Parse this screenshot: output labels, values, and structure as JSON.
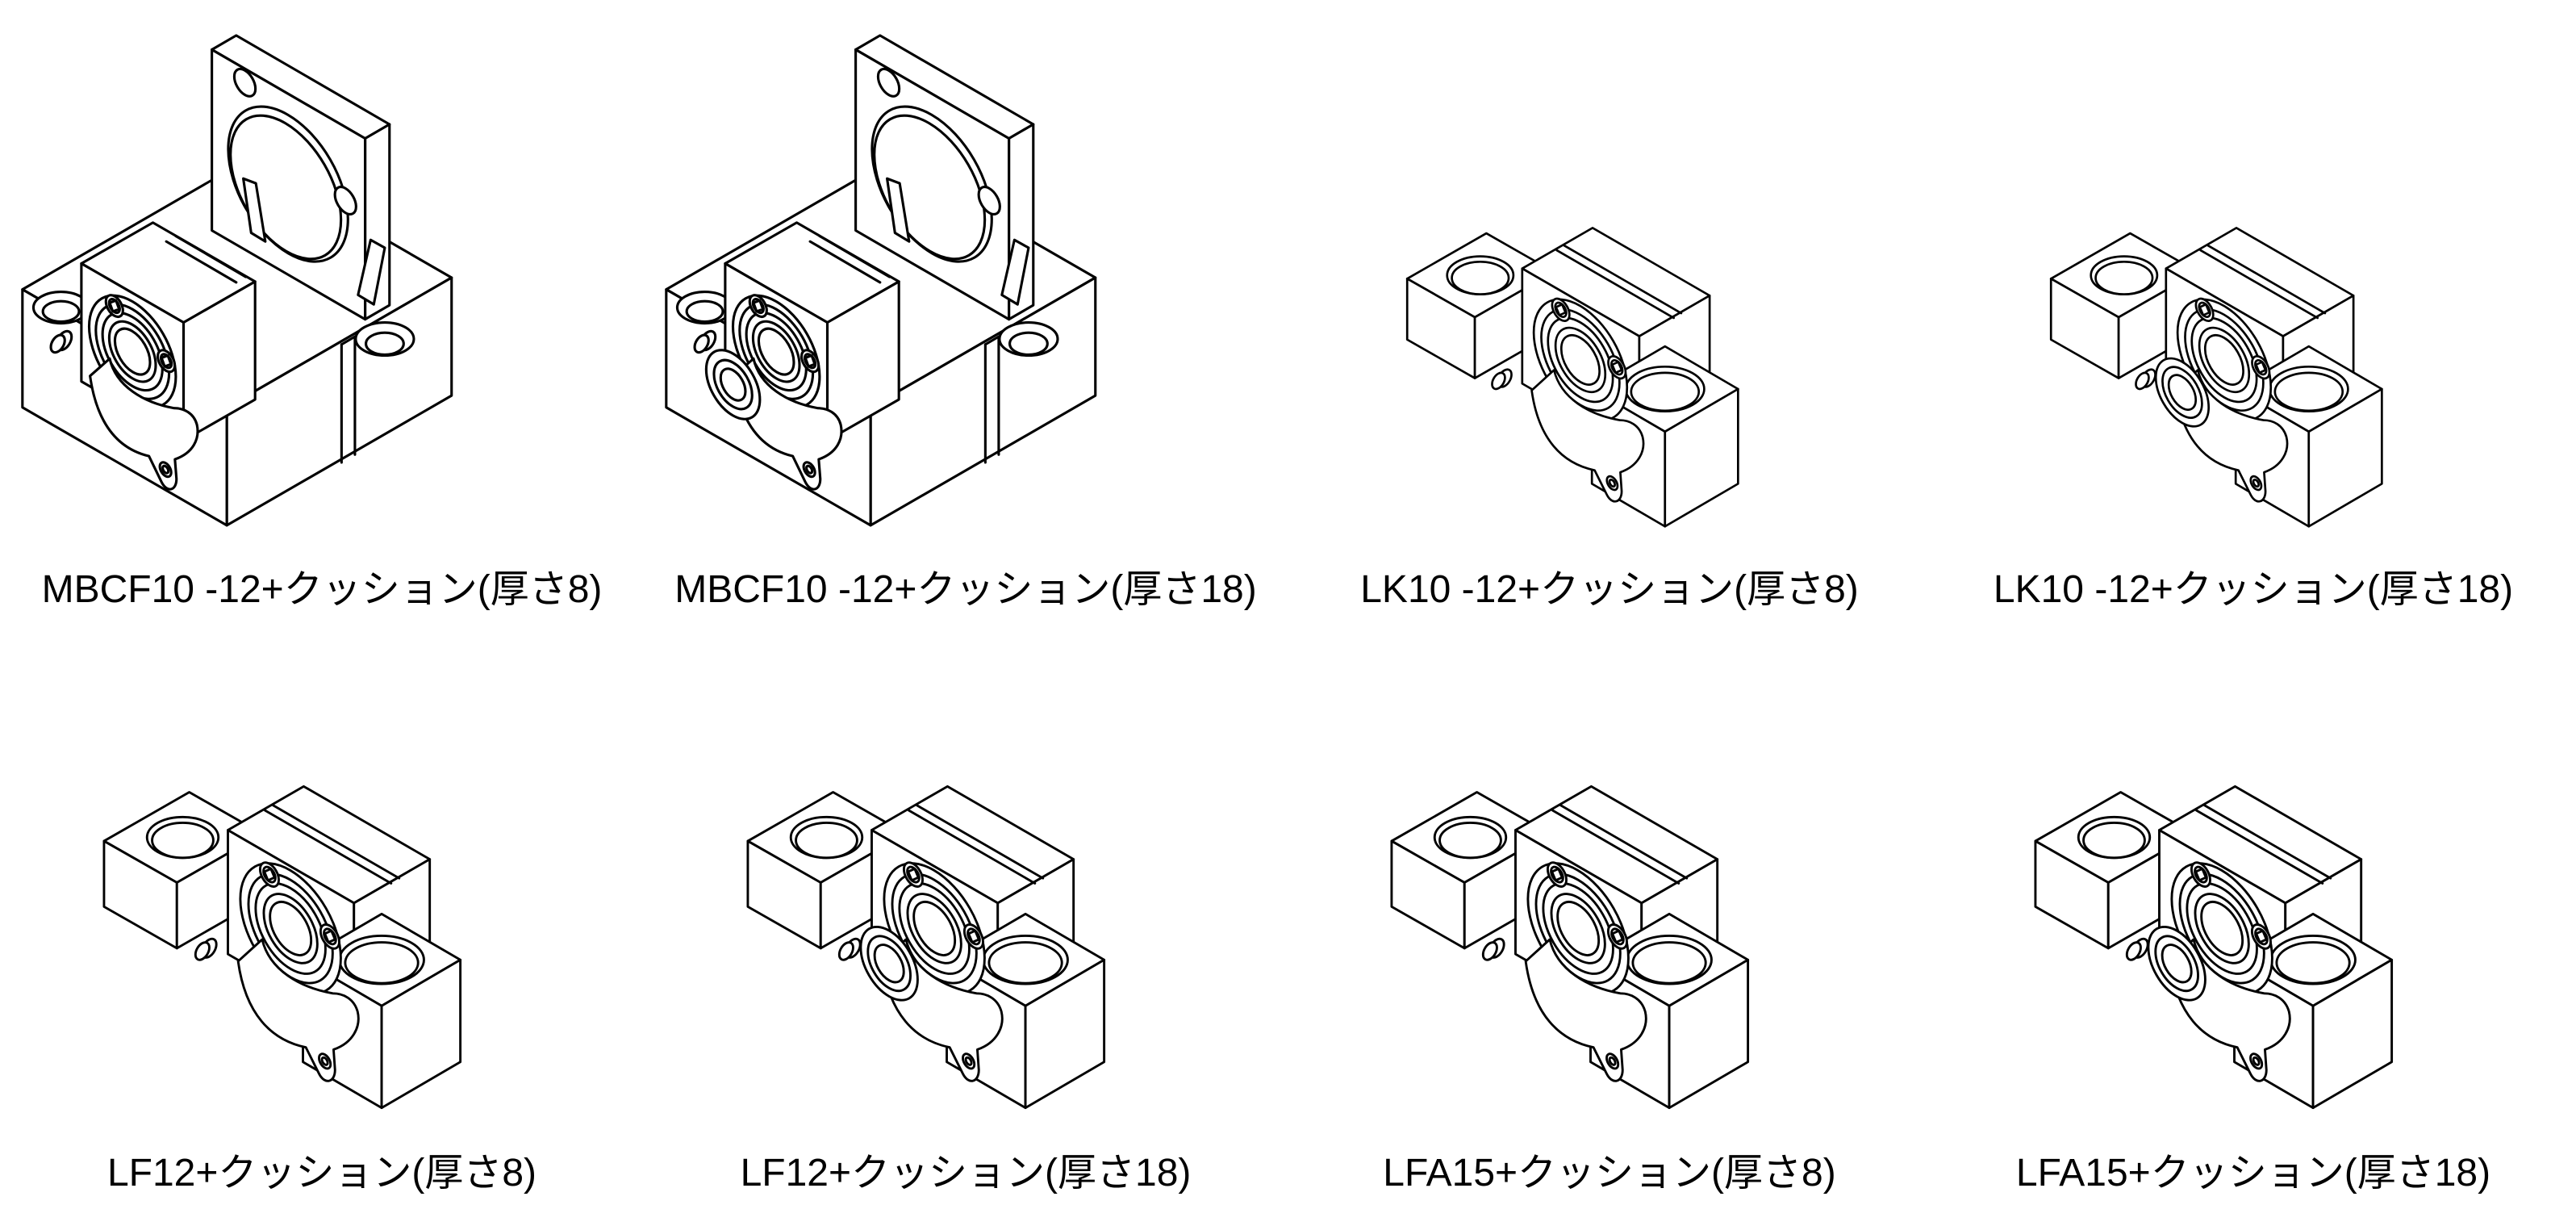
{
  "page": {
    "background_color": "#ffffff",
    "line_color": "#000000"
  },
  "catalog": {
    "rows": [
      {
        "items": [
          {
            "label": "MBCF10 -12+クッション(厚さ8)",
            "cushion_thickness_mm": 8,
            "drawing": "motor-bracket-with-clamp-bearing"
          },
          {
            "label": "MBCF10 -12+クッション(厚さ18)",
            "cushion_thickness_mm": 18,
            "drawing": "motor-bracket-with-clamp-bearing"
          },
          {
            "label": "LK10 -12+クッション(厚さ8)",
            "cushion_thickness_mm": 8,
            "drawing": "clamp-bearing-block"
          },
          {
            "label": "LK10 -12+クッション(厚さ18)",
            "cushion_thickness_mm": 18,
            "drawing": "clamp-bearing-block"
          }
        ]
      },
      {
        "items": [
          {
            "label": "LF12+クッション(厚さ8)",
            "cushion_thickness_mm": 8,
            "drawing": "clamp-bearing-block"
          },
          {
            "label": "LF12+クッション(厚さ18)",
            "cushion_thickness_mm": 18,
            "drawing": "clamp-bearing-block"
          },
          {
            "label": "LFA15+クッション(厚さ8)",
            "cushion_thickness_mm": 8,
            "drawing": "clamp-bearing-block"
          },
          {
            "label": "LFA15+クッション(厚さ18)",
            "cushion_thickness_mm": 18,
            "drawing": "clamp-bearing-block"
          }
        ]
      }
    ]
  }
}
